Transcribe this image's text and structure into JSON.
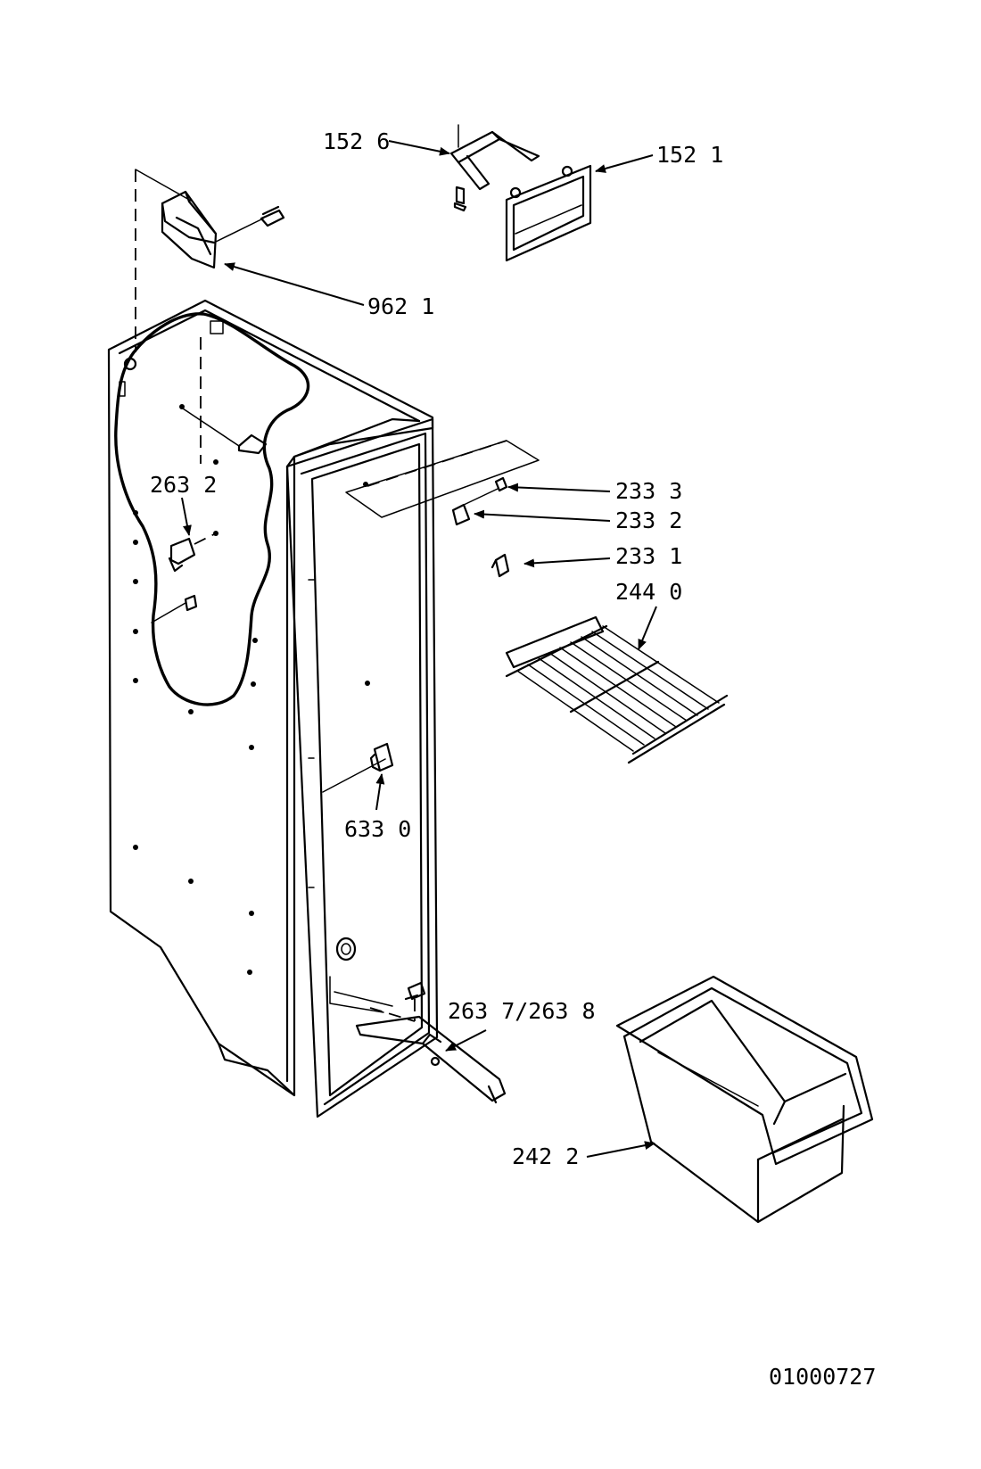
{
  "drawing_number": "01000727",
  "callouts": [
    {
      "id": "c1526",
      "label": "152 6"
    },
    {
      "id": "c1521",
      "label": "152 1"
    },
    {
      "id": "c9621",
      "label": "962 1"
    },
    {
      "id": "c2632",
      "label": "263 2"
    },
    {
      "id": "c2333",
      "label": "233 3"
    },
    {
      "id": "c2332",
      "label": "233 2"
    },
    {
      "id": "c2331",
      "label": "233 1"
    },
    {
      "id": "c2440",
      "label": "244 0"
    },
    {
      "id": "c6330",
      "label": "633 0"
    },
    {
      "id": "c2637",
      "label": "263 7/263 8"
    },
    {
      "id": "c2422",
      "label": "242 2"
    }
  ]
}
